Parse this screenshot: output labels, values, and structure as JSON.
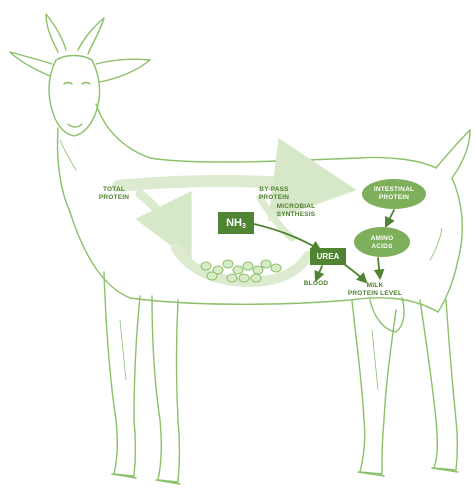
{
  "colors": {
    "sketch": "#8cc06a",
    "sketch_dark": "#6fa54c",
    "flow_band": "#dcebd0",
    "box_dark": "#4f8532",
    "oval_fill": "#7eaf5a",
    "label_text": "#4e7f2f"
  },
  "labels": {
    "total_protein": "TOTAL\nPROTEIN",
    "bypass_protein": "BY-PASS\nPROTEIN",
    "microbial_synthesis": "MICROBIAL\nSYNTHESIS",
    "intestinal_protein": "INTESTINAL\nPROTEIN",
    "amino_acids": "AMINO\nACIDS",
    "urea": "UREA",
    "blood": "BLOOD",
    "milk_protein_level": "MILK\nPROTEIN LEVEL"
  },
  "nh3": {
    "base": "NH",
    "sub": "3"
  }
}
